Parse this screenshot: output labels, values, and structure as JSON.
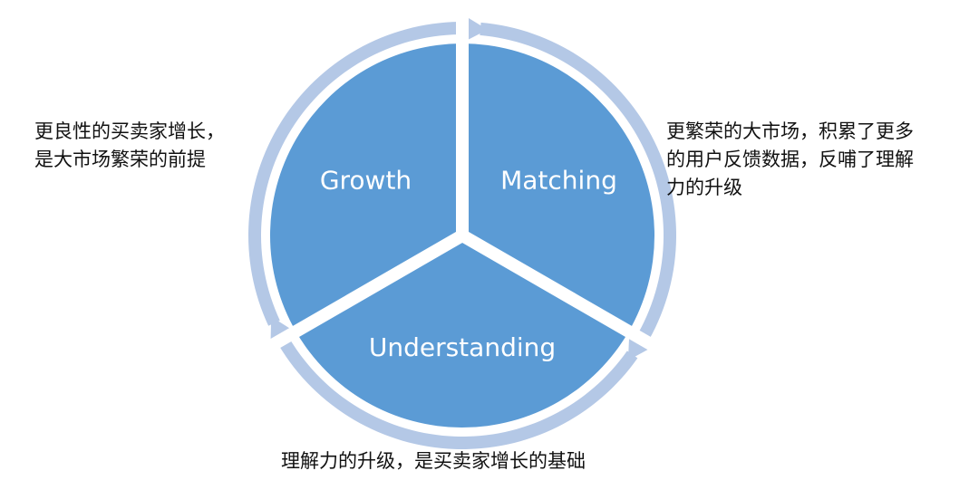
{
  "colors": {
    "segment_fill": "#5b9bd5",
    "ring_fill": "#b4c8e6",
    "label_text": "#ffffff",
    "annotation_text": "#111111"
  },
  "diagram": {
    "type": "three-part cycle",
    "segments": [
      {
        "id": "growth",
        "label": "Growth"
      },
      {
        "id": "matching",
        "label": "Matching"
      },
      {
        "id": "understanding",
        "label": "Understanding"
      }
    ]
  },
  "annotations": {
    "left": [
      "更良性的买卖家增长，",
      "是大市场繁荣的前提"
    ],
    "right": [
      "更繁荣的大市场，积累了更多",
      "的用户反馈数据，反哺了理解",
      "力的升级"
    ],
    "bottom": [
      "理解力的升级，是买卖家增长的基础"
    ]
  }
}
